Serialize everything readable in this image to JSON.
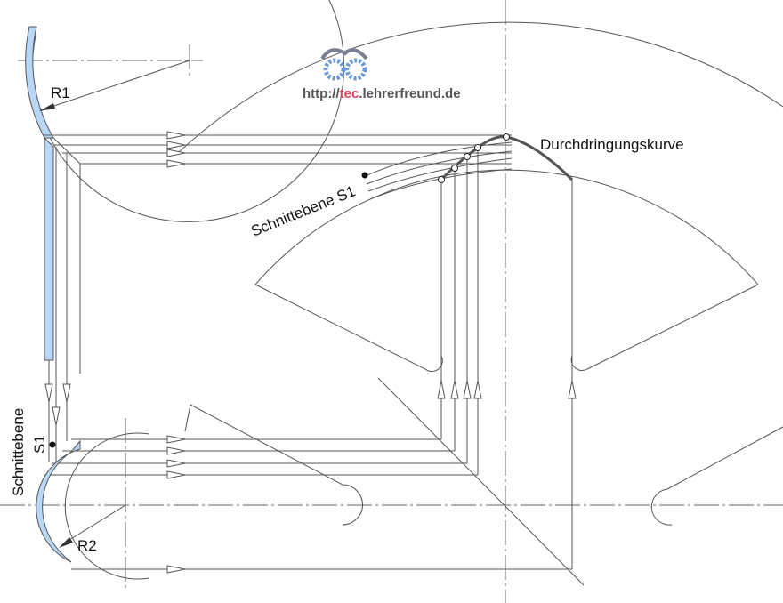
{
  "labels": {
    "r1": "R1",
    "r2": "R2",
    "section_plane_top": "Schnittebene S1",
    "section_plane_left_word": "Schnittebene",
    "section_plane_left_id": "S1",
    "curve": "Durchdringungskurve"
  },
  "logo": {
    "prefix": "http://",
    "accent": "tec",
    "suffix": ".lehrerfreund.de",
    "accent_color": "#e0405a"
  },
  "colors": {
    "fill_blue": "#b8d6f5",
    "line": "#555555"
  }
}
